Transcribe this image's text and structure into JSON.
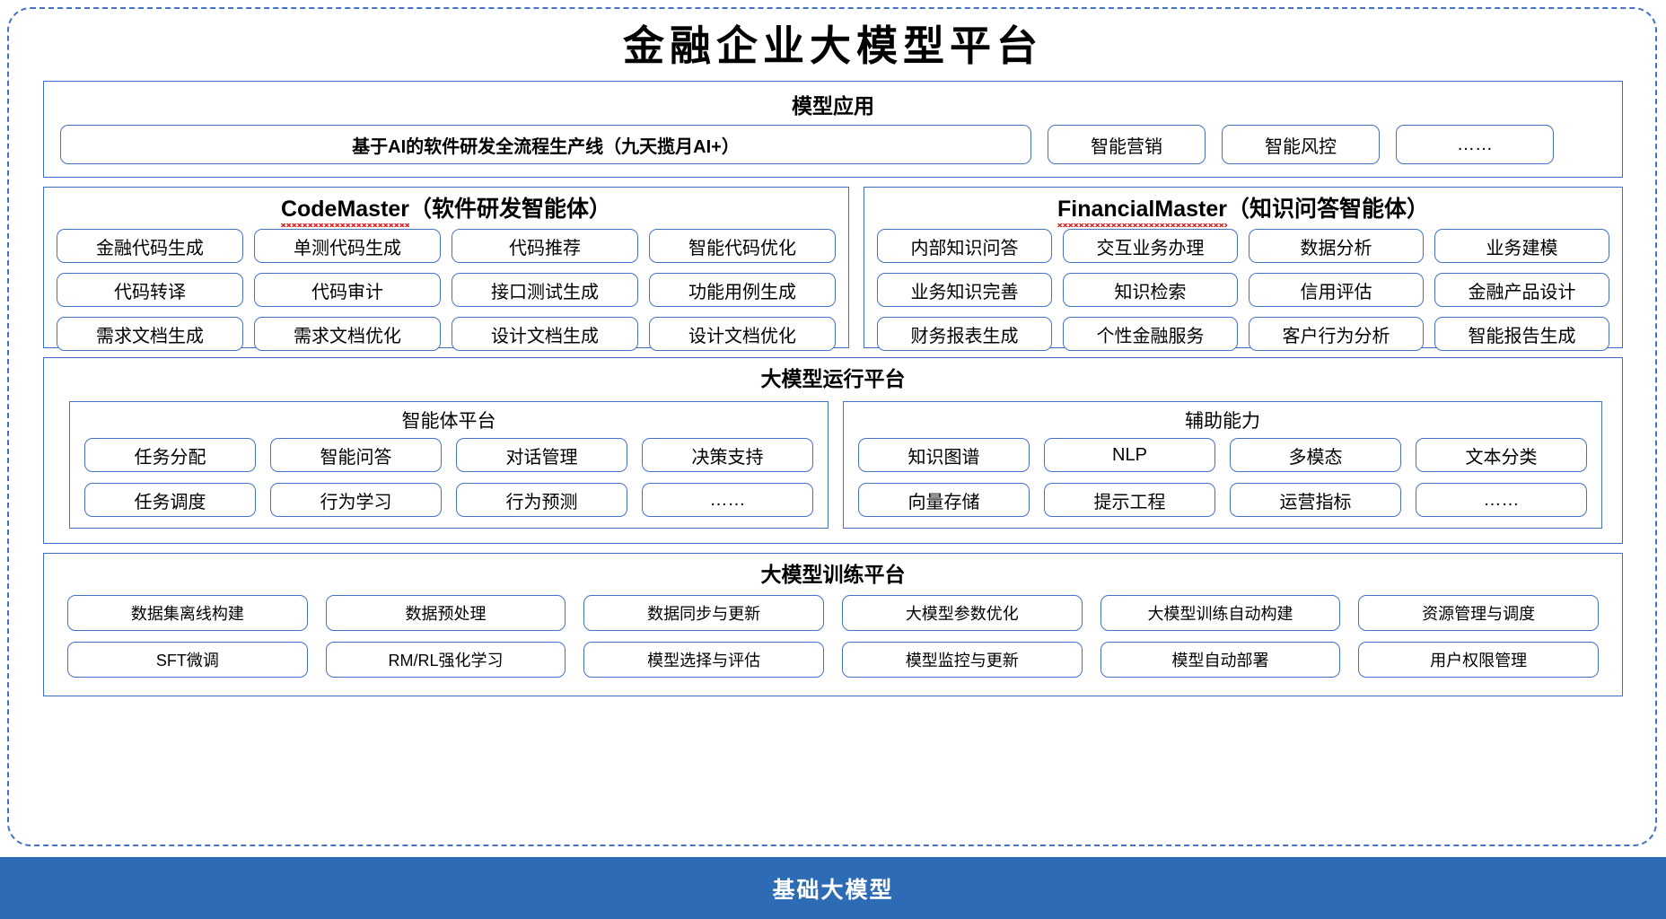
{
  "title": "金融企业大模型平台",
  "sections": {
    "app": {
      "title": "模型应用",
      "items": [
        "基于AI的软件研发全流程生产线（九天揽月AI+）",
        "智能营销",
        "智能风控",
        "……"
      ]
    },
    "code_master": {
      "name": "CodeMaster",
      "suffix": "（软件研发智能体）",
      "items": [
        "金融代码生成",
        "单测代码生成",
        "代码推荐",
        "智能代码优化",
        "代码转译",
        "代码审计",
        "接口测试生成",
        "功能用例生成",
        "需求文档生成",
        "需求文档优化",
        "设计文档生成",
        "设计文档优化"
      ]
    },
    "financial_master": {
      "name": "FinancialMaster",
      "suffix": "（知识问答智能体）",
      "items": [
        "内部知识问答",
        "交互业务办理",
        "数据分析",
        "业务建模",
        "业务知识完善",
        "知识检索",
        "信用评估",
        "金融产品设计",
        "财务报表生成",
        "个性金融服务",
        "客户行为分析",
        "智能报告生成"
      ]
    },
    "runtime": {
      "title": "大模型运行平台",
      "agent_platform": {
        "title": "智能体平台",
        "items": [
          "任务分配",
          "智能问答",
          "对话管理",
          "决策支持",
          "任务调度",
          "行为学习",
          "行为预测",
          "……"
        ]
      },
      "auxiliary": {
        "title": "辅助能力",
        "items": [
          "知识图谱",
          "NLP",
          "多模态",
          "文本分类",
          "向量存储",
          "提示工程",
          "运营指标",
          "……"
        ]
      }
    },
    "training": {
      "title": "大模型训练平台",
      "items": [
        "数据集离线构建",
        "数据预处理",
        "数据同步与更新",
        "大模型参数优化",
        "大模型训练自动构建",
        "资源管理与调度",
        "SFT微调",
        "RM/RL强化学习",
        "模型选择与评估",
        "模型监控与更新",
        "模型自动部署",
        "用户权限管理"
      ]
    },
    "base": {
      "title": "基础大模型"
    }
  },
  "colors": {
    "border_blue": "#4472c4",
    "base_bar_blue": "#2d6cb5",
    "spellcheck_red": "#e02020"
  }
}
